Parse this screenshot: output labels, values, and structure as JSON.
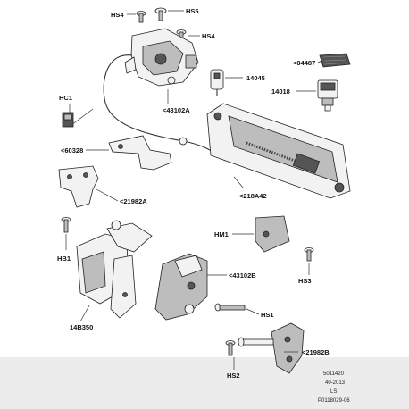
{
  "callouts": {
    "hs4_top": "HS4",
    "hs5": "HS5",
    "hs4_mid": "HS4",
    "c04487": "<04487",
    "c14045": "14045",
    "c14018": "14018",
    "hc1": "HC1",
    "c43102a": "<43102A",
    "c60328": "<60328",
    "c218a42": "<218A42",
    "c21982a": "<21982A",
    "hm1": "HM1",
    "hb1": "HB1",
    "c43102b": "<43102B",
    "hs3": "HS3",
    "c14b350": "14B350",
    "hs1": "HS1",
    "c21982b": "<21982B",
    "hs2": "HS2"
  },
  "meta": {
    "line1": "5011420",
    "line2": "40-2013",
    "line3": "LS",
    "line4": "P0118029-06"
  }
}
